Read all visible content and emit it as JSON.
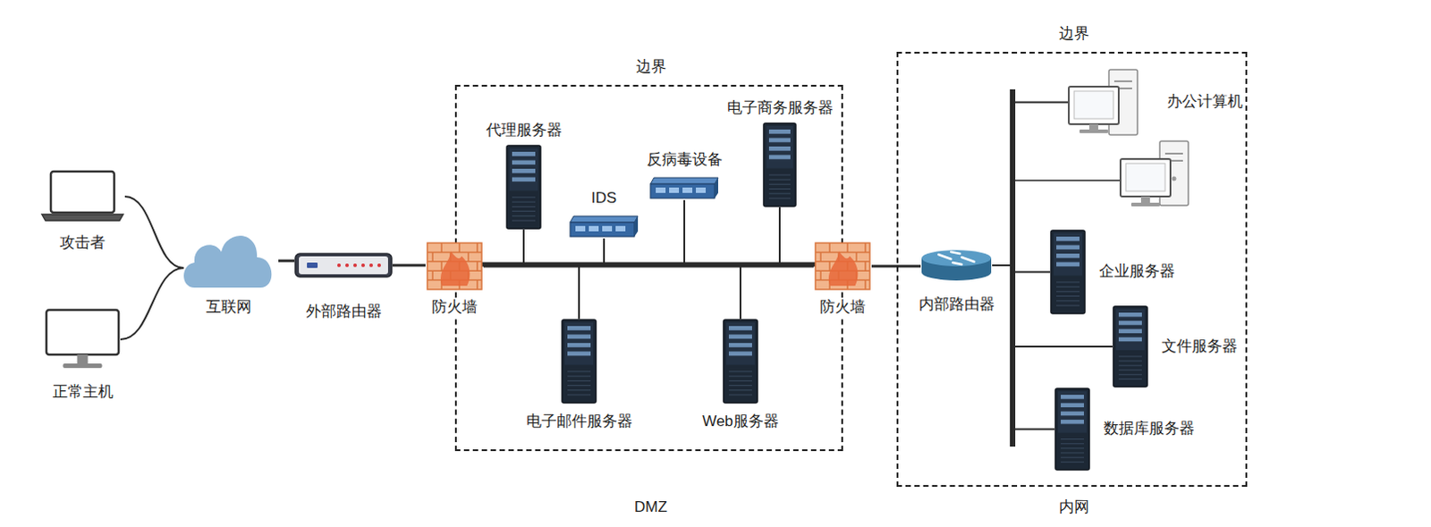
{
  "diagram": {
    "nodes": [
      {
        "text": [
          "攻击者"
        ]
      },
      {
        "text": [
          "正常主机"
        ]
      },
      {
        "text": [
          "互联网"
        ]
      },
      {
        "text": [
          "外部路由器"
        ]
      },
      {
        "text": [
          "边界",
          "DMZ"
        ]
      },
      {
        "text": [
          "防火墙"
        ],
        "in": 4
      },
      {
        "text": [
          "代理服务器"
        ],
        "in": 4
      },
      {
        "text": [
          "IDS"
        ],
        "in": 4
      },
      {
        "text": [
          "反病毒设备"
        ],
        "in": 4
      },
      {
        "text": [
          "电子商务服务器"
        ],
        "in": 4
      },
      {
        "text": [
          "电子邮件服务器"
        ],
        "in": 4
      },
      {
        "text": [
          "Web服务器"
        ],
        "in": 4
      },
      {
        "text": [
          "防火墙"
        ],
        "in": 4
      },
      {
        "text": [
          "边界",
          "内网"
        ]
      },
      {
        "text": [
          "内部路由器"
        ],
        "in": 13
      },
      {
        "text": [
          "办公计算机"
        ],
        "in": 13
      },
      {
        "text": [
          "企业服务器"
        ],
        "in": 13
      },
      {
        "text": [
          "文件服务器"
        ],
        "in": 13
      },
      {
        "text": [
          "数据库服务器"
        ],
        "in": 13
      }
    ],
    "edges": [
      {
        "from": 0,
        "to": 2,
        "arrow": "none"
      },
      {
        "from": 1,
        "to": 2,
        "arrow": "none"
      },
      {
        "from": 2,
        "to": 3,
        "arrow": "none"
      },
      {
        "from": 3,
        "to": 5,
        "arrow": "none"
      },
      {
        "from": 5,
        "to": 6,
        "arrow": "none"
      },
      {
        "from": 5,
        "to": 7,
        "arrow": "none"
      },
      {
        "from": 5,
        "to": 8,
        "arrow": "none"
      },
      {
        "from": 5,
        "to": 9,
        "arrow": "none"
      },
      {
        "from": 5,
        "to": 10,
        "arrow": "none"
      },
      {
        "from": 5,
        "to": 11,
        "arrow": "none"
      },
      {
        "from": 5,
        "to": 12,
        "arrow": "none"
      },
      {
        "from": 12,
        "to": 14,
        "arrow": "none"
      },
      {
        "from": 14,
        "to": 15,
        "arrow": "none"
      },
      {
        "from": 14,
        "to": 16,
        "arrow": "none"
      },
      {
        "from": 14,
        "to": 17,
        "arrow": "none"
      },
      {
        "from": 14,
        "to": 18,
        "arrow": "none"
      }
    ]
  }
}
